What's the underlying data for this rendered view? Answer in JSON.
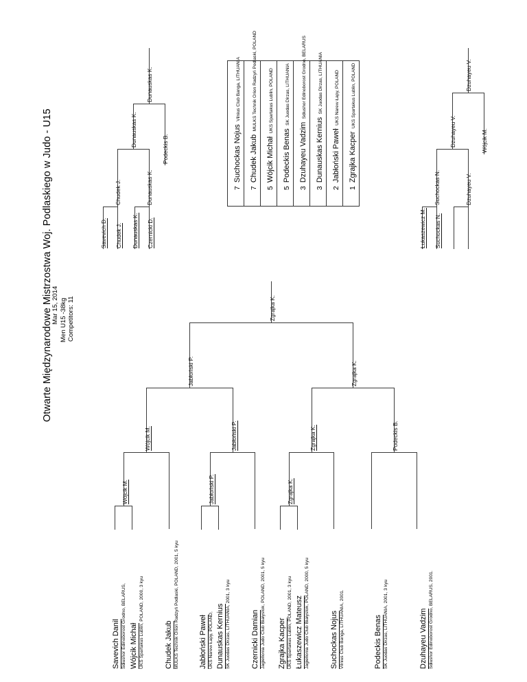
{
  "header": {
    "title": "Otwarte Międzynarodowe Mistrzostwa Woj. Podlaskiego w Judo - U15",
    "date": "Mar 15, 2014",
    "category": "Men U15 -38kg",
    "competitors": "Competitors: 11"
  },
  "results": {
    "rows": [
      {
        "place": "1",
        "name": "Zgrajka Kacper",
        "club": "UKS Spartakus Lublin, POLAND"
      },
      {
        "place": "2",
        "name": "Jabłoński Paweł",
        "club": "UKS Narew Łapy, POLAND"
      },
      {
        "place": "3",
        "name": "Dunauskas Kernius",
        "club": "SK Juodas Dirzas, LITHUANIA"
      },
      {
        "place": "3",
        "name": "Dzuhayeu Vadzim",
        "club": "Sdiushor Edinoborost Grodno, BELARUS"
      },
      {
        "place": "5",
        "name": "Podeckis Benas",
        "club": "SK Juodas Dirzas, LITHUANIA"
      },
      {
        "place": "5",
        "name": "Wójcik Michał",
        "club": "UKS Spartakus Lublin, POLAND"
      },
      {
        "place": "7",
        "name": "Chudek Jakub",
        "club": "MULKS Technik Orion Radzyń Podlaski, POLAND"
      },
      {
        "place": "7",
        "name": "Suchockas Nojus",
        "club": "Vilnius Club Banga, LITHUANIA"
      }
    ]
  },
  "main_bracket": {
    "entries": [
      {
        "name": "Savevich Danil",
        "club": "Sdiushor Edinoborost Grodno, BELARUS,"
      },
      {
        "name": "Wójcik Michał",
        "club": "UKS Spartakus Lublin, POLAND, 2000, 3 kyu"
      },
      {
        "name": "Chudek Jakub",
        "club": "MULKS Technik Orion Radzyń Podlaski, POLAND, 2001, 5 kyu"
      },
      {
        "name": "Jabłoński Paweł",
        "club": "UKS Narew Łapy, POLAND,"
      },
      {
        "name": "Dunauskas Kernius",
        "club": "SK Juodas Dirzas, LITHUANIA, 2001, 3 kyu"
      },
      {
        "name": "Czernicki Damian",
        "club": "Jagiellonia Judo Club Białystok, POLAND, 2001, 5 kyu"
      },
      {
        "name": "Zgrajka Kacper",
        "club": "UKS Spartakus Lublin, POLAND, 2001, 3 kyu"
      },
      {
        "name": "Łukaszewicz Mateusz",
        "club": "Jagiellonia Judo Club Białystok, POLAND, 2000, 5 kyu"
      },
      {
        "name": "Suchockas Nojus",
        "club": "Vilnius Club Banga, LITHUANIA, 2001."
      },
      {
        "name": "Podeckis Benas",
        "club": "SK Juodas Dirzas, LITHUANIA, 2001, 3 kyu"
      },
      {
        "name": "Dzuhayeu Vadzim",
        "club": "Sdiushor Edinoborost Grodno, BELARUS, 2001."
      }
    ],
    "round2": [
      {
        "winner": "Wójcik M."
      },
      {
        "winner": "Jabłoński P."
      },
      {
        "winner": "Zgrajka K."
      }
    ],
    "round3": [
      {
        "winner": "Wójcik M."
      },
      {
        "winner": "Jabłoński P."
      },
      {
        "winner": "Zgrajka K."
      },
      {
        "winner": "Podeckis B."
      }
    ],
    "semifinals": [
      {
        "winner": "Jabłoński P."
      },
      {
        "winner": "Zgrajka K."
      }
    ],
    "final": {
      "winner": "Zgrajka K."
    }
  },
  "repechage_left": {
    "round1": [
      {
        "winner": "Savevich D."
      },
      {
        "winner": "Chudek J."
      },
      {
        "winner": "Dunauskas K."
      },
      {
        "winner": "Czernicki D."
      }
    ],
    "round2": [
      {
        "winner": "Chudek J."
      },
      {
        "winner": "Dunauskas K."
      }
    ],
    "round3": [
      {
        "winner": "Dunauskas K."
      },
      {
        "winner": "Podeckis B."
      }
    ],
    "final": {
      "winner": "Dunauskas K."
    }
  },
  "repechage_right": {
    "round1": [
      {
        "winner": "Łukaszewicz M."
      },
      {
        "winner": "Suchockas N."
      }
    ],
    "round2": [
      {
        "winner": "Suchockas N."
      },
      {
        "winner": "Dzuhayeu V."
      }
    ],
    "round3": [
      {
        "winner": "Dzuhayeu V."
      },
      {
        "winner": "Wójcik M."
      }
    ],
    "final": {
      "winner": "Dzuhayeu V."
    }
  }
}
